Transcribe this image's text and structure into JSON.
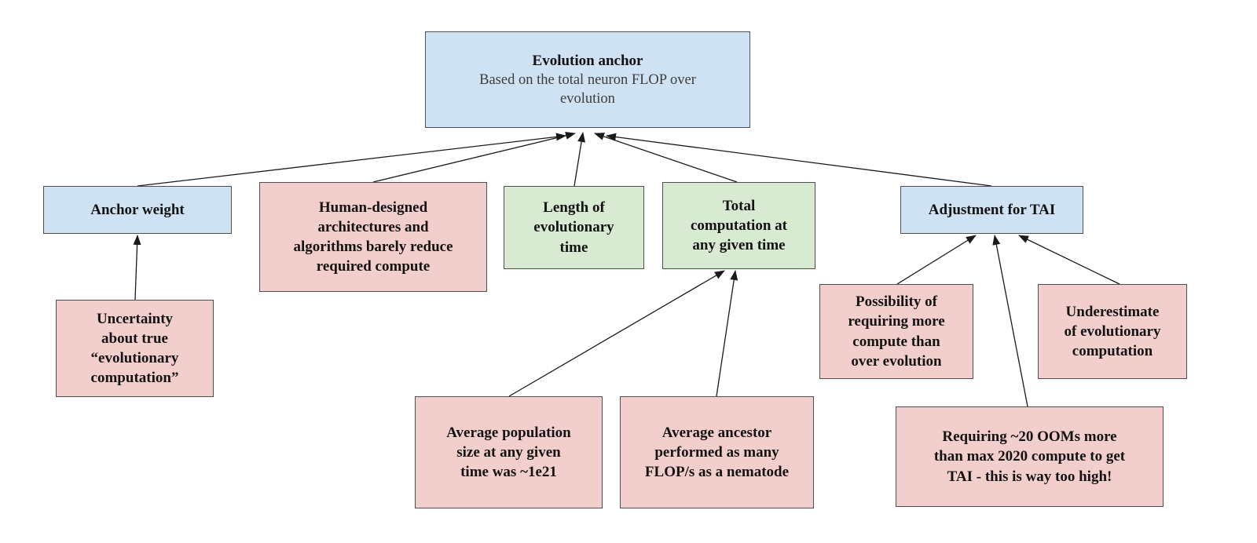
{
  "diagram": {
    "title": "Evolution anchor",
    "colors": {
      "blue_fill": "#cfe2f3",
      "green_fill": "#d9ead3",
      "pink_fill": "#f2cfcc",
      "border": "#4f4f4f",
      "arrow": "#1a1a1a"
    },
    "nodes": {
      "evolution_anchor": {
        "title": "Evolution anchor",
        "subtitle": "Based on the total neuron FLOP over\nevolution",
        "color": "#cfe2f3"
      },
      "anchor_weight": {
        "label": "Anchor weight",
        "color": "#cfe2f3"
      },
      "human_designed": {
        "label": "Human-designed\narchitectures and\nalgorithms barely reduce\nrequired compute",
        "color": "#f2cfcc"
      },
      "length_of_evolutionary_time": {
        "label": "Length of\nevolutionary\ntime",
        "color": "#d9ead3"
      },
      "total_computation": {
        "label": "Total\ncomputation at\nany given time",
        "color": "#d9ead3"
      },
      "adjustment_for_tai": {
        "label": "Adjustment for TAI",
        "color": "#cfe2f3"
      },
      "uncertainty_about_computation": {
        "label": "Uncertainty\nabout true\n“evolutionary\ncomputation”",
        "color": "#f2cfcc"
      },
      "average_population": {
        "label": "Average population\nsize at any given\ntime was ~1e21",
        "color": "#f2cfcc"
      },
      "average_ancestor": {
        "label": "Average ancestor\nperformed as many\nFLOP/s as a nematode",
        "color": "#f2cfcc"
      },
      "possibility_more_compute": {
        "label": "Possibility of\nrequiring more\ncompute than\nover evolution",
        "color": "#f2cfcc"
      },
      "underestimate_evolutionary": {
        "label": "Underestimate\nof evolutionary\ncomputation",
        "color": "#f2cfcc"
      },
      "requiring_20_ooms": {
        "label": "Requiring ~20 OOMs more\nthan max 2020 compute to get\nTAI  - this is way too high!",
        "color": "#f2cfcc"
      }
    },
    "edges": [
      {
        "from": "anchor_weight",
        "to": "evolution_anchor"
      },
      {
        "from": "human_designed",
        "to": "evolution_anchor"
      },
      {
        "from": "length_of_evolutionary_time",
        "to": "evolution_anchor"
      },
      {
        "from": "total_computation",
        "to": "evolution_anchor"
      },
      {
        "from": "adjustment_for_tai",
        "to": "evolution_anchor"
      },
      {
        "from": "uncertainty_about_computation",
        "to": "anchor_weight"
      },
      {
        "from": "average_population",
        "to": "total_computation"
      },
      {
        "from": "average_ancestor",
        "to": "total_computation"
      },
      {
        "from": "possibility_more_compute",
        "to": "adjustment_for_tai"
      },
      {
        "from": "underestimate_evolutionary",
        "to": "adjustment_for_tai"
      },
      {
        "from": "requiring_20_ooms",
        "to": "adjustment_for_tai"
      }
    ]
  }
}
